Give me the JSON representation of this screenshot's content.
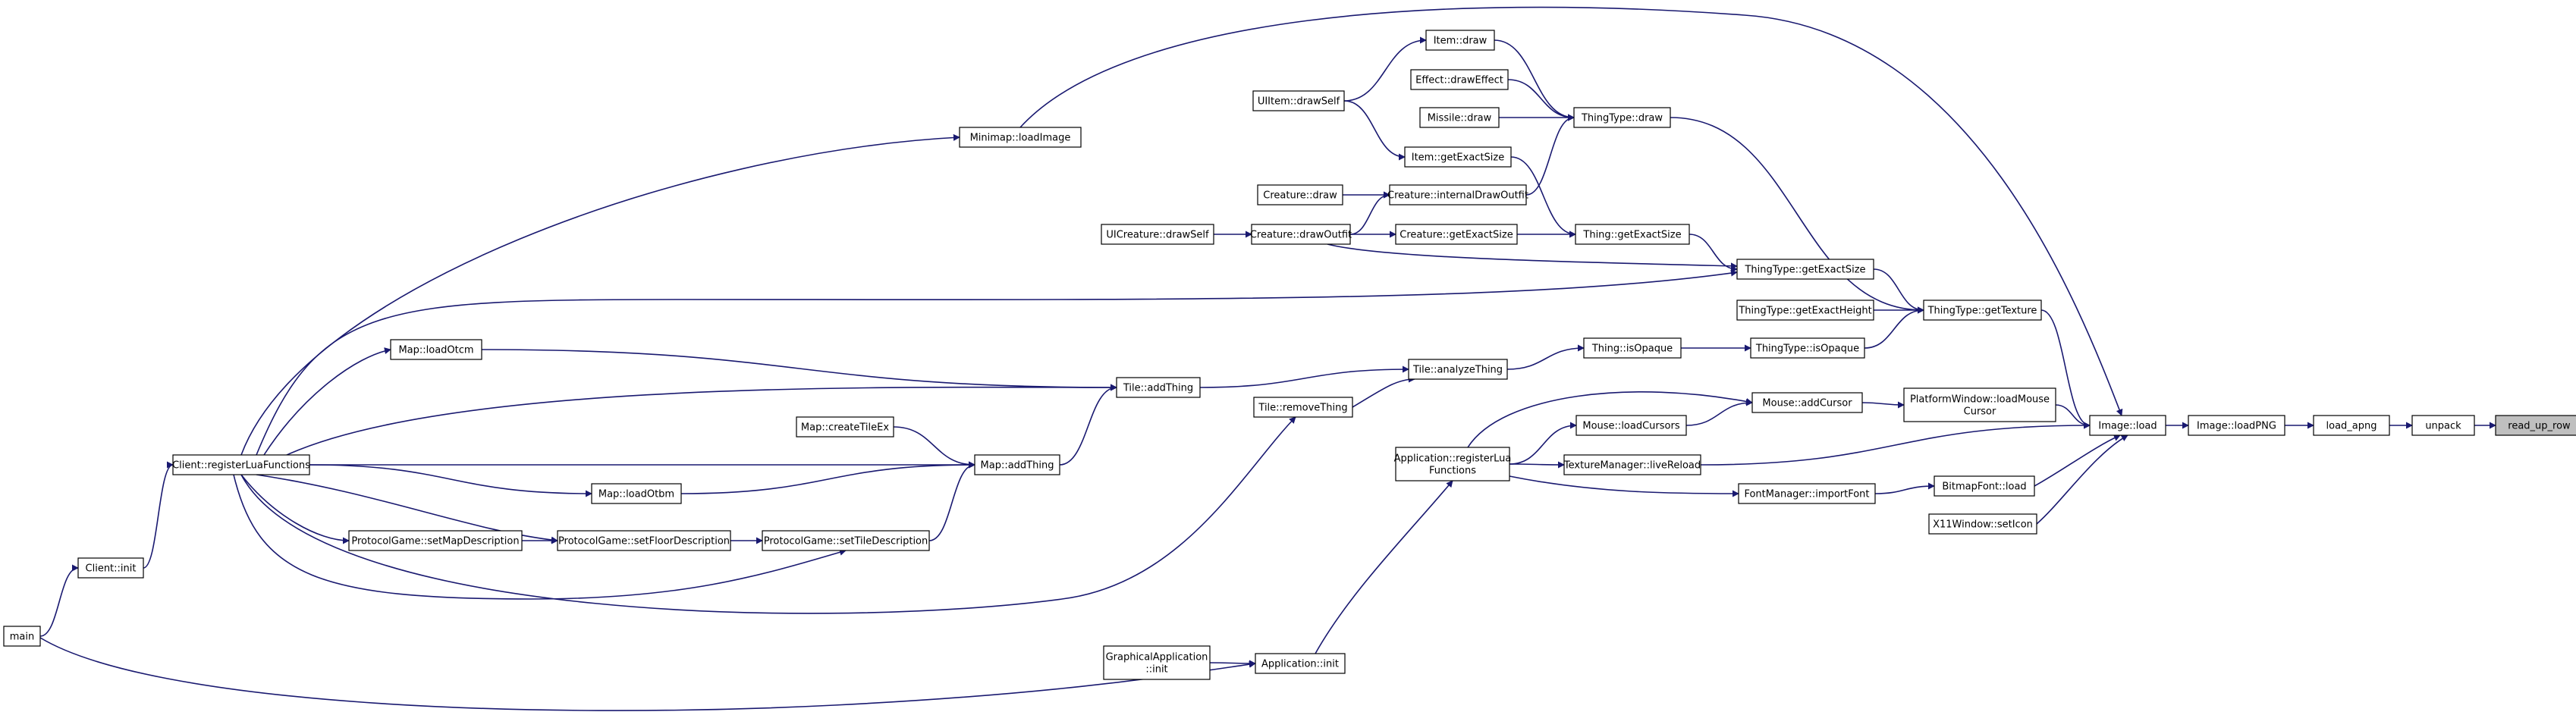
{
  "colors": {
    "edge": "#191970",
    "node_border": "#000000",
    "highlight_fill": "#bfbfbf",
    "background": "#ffffff"
  },
  "nodes": [
    {
      "id": "read_up_row",
      "lines": [
        "read_up_row"
      ],
      "highlight": true
    },
    {
      "id": "unpack",
      "lines": [
        "unpack"
      ]
    },
    {
      "id": "load_apng",
      "lines": [
        "load_apng"
      ]
    },
    {
      "id": "image_loadpng",
      "lines": [
        "Image::loadPNG"
      ]
    },
    {
      "id": "image_load",
      "lines": [
        "Image::load"
      ]
    },
    {
      "id": "minimap_loadimage",
      "lines": [
        "Minimap::loadImage"
      ]
    },
    {
      "id": "thingtype_gettexture",
      "lines": [
        "ThingType::getTexture"
      ]
    },
    {
      "id": "platformwindow_loadmousecursor",
      "lines": [
        "PlatformWindow::loadMouse",
        "Cursor"
      ]
    },
    {
      "id": "texturemanager_livereload",
      "lines": [
        "TextureManager::liveReload"
      ]
    },
    {
      "id": "bitmapfont_load",
      "lines": [
        "BitmapFont::load"
      ]
    },
    {
      "id": "x11window_seticon",
      "lines": [
        "X11Window::setIcon"
      ]
    },
    {
      "id": "thingtype_draw",
      "lines": [
        "ThingType::draw"
      ]
    },
    {
      "id": "thingtype_getexactsize",
      "lines": [
        "ThingType::getExactSize"
      ]
    },
    {
      "id": "thingtype_getexactheight",
      "lines": [
        "ThingType::getExactHeight"
      ]
    },
    {
      "id": "thingtype_isopaque",
      "lines": [
        "ThingType::isOpaque"
      ]
    },
    {
      "id": "mouse_addcursor",
      "lines": [
        "Mouse::addCursor"
      ]
    },
    {
      "id": "fontmanager_importfont",
      "lines": [
        "FontManager::importFont"
      ]
    },
    {
      "id": "item_draw",
      "lines": [
        "Item::draw"
      ]
    },
    {
      "id": "effect_draweffect",
      "lines": [
        "Effect::drawEffect"
      ]
    },
    {
      "id": "missile_draw",
      "lines": [
        "Missile::draw"
      ]
    },
    {
      "id": "creature_internaldrawoutfit",
      "lines": [
        "Creature::internalDrawOutfit"
      ]
    },
    {
      "id": "thing_getexactsize",
      "lines": [
        "Thing::getExactSize"
      ]
    },
    {
      "id": "thing_isopaque",
      "lines": [
        "Thing::isOpaque"
      ]
    },
    {
      "id": "mouse_loadcursors",
      "lines": [
        "Mouse::loadCursors"
      ]
    },
    {
      "id": "app_registerlua",
      "lines": [
        "Application::registerLua",
        "Functions"
      ]
    },
    {
      "id": "uiitem_drawself",
      "lines": [
        "UIItem::drawSelf"
      ]
    },
    {
      "id": "item_getexactsize",
      "lines": [
        "Item::getExactSize"
      ]
    },
    {
      "id": "creature_draw",
      "lines": [
        "Creature::draw"
      ]
    },
    {
      "id": "creature_drawoutfit",
      "lines": [
        "Creature::drawOutfit"
      ]
    },
    {
      "id": "creature_getexactsize",
      "lines": [
        "Creature::getExactSize"
      ]
    },
    {
      "id": "tile_analyzething",
      "lines": [
        "Tile::analyzeThing"
      ]
    },
    {
      "id": "tile_addthing",
      "lines": [
        "Tile::addThing"
      ]
    },
    {
      "id": "tile_removething",
      "lines": [
        "Tile::removeThing"
      ]
    },
    {
      "id": "application_init",
      "lines": [
        "Application::init"
      ]
    },
    {
      "id": "uicreature_drawself",
      "lines": [
        "UICreature::drawSelf"
      ]
    },
    {
      "id": "map_loadotcm",
      "lines": [
        "Map::loadOtcm"
      ]
    },
    {
      "id": "map_addthing",
      "lines": [
        "Map::addThing"
      ]
    },
    {
      "id": "map_createtileex",
      "lines": [
        "Map::createTileEx"
      ]
    },
    {
      "id": "map_loadotbm",
      "lines": [
        "Map::loadOtbm"
      ]
    },
    {
      "id": "pg_settiledescription",
      "lines": [
        "ProtocolGame::setTileDescription"
      ]
    },
    {
      "id": "pg_setfloordescription",
      "lines": [
        "ProtocolGame::setFloorDescription"
      ]
    },
    {
      "id": "pg_setmapdescription",
      "lines": [
        "ProtocolGame::setMapDescription"
      ]
    },
    {
      "id": "graphicalapp_init",
      "lines": [
        "GraphicalApplication",
        "::init"
      ]
    },
    {
      "id": "client_registerlua",
      "lines": [
        "Client::registerLuaFunctions"
      ]
    },
    {
      "id": "client_init",
      "lines": [
        "Client::init"
      ]
    },
    {
      "id": "main",
      "lines": [
        "main"
      ]
    }
  ]
}
